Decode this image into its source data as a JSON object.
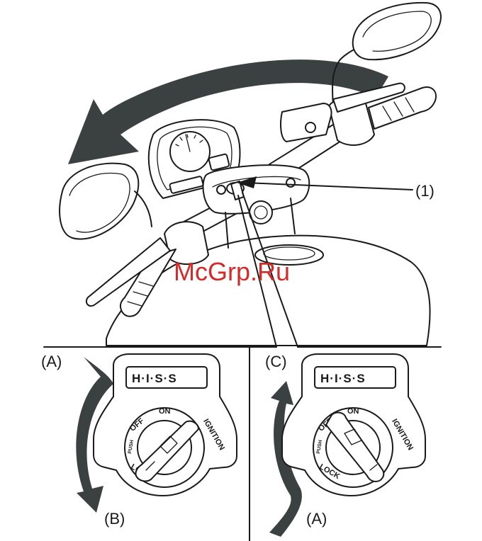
{
  "callout": "(1)",
  "watermark": "McGrp.Ru",
  "left_panel": {
    "label_top": "(A)",
    "label_bottom": "(B)",
    "emblem": "H·I·S·S",
    "positions": {
      "off": "OFF",
      "on": "ON",
      "ignition": "IGNITION",
      "push": "PUSH",
      "lock": "LOCK"
    }
  },
  "right_panel": {
    "label_top": "(C)",
    "label_bottom": "(A)",
    "emblem": "H·I·S·S",
    "positions": {
      "off": "OFF",
      "on": "ON",
      "ignition": "IGNITION",
      "push": "PUSH",
      "lock": "LOCK"
    }
  },
  "colors": {
    "line": "#1a1a1a",
    "arrow_fill": "#3a4140",
    "watermark": "#d42a2a",
    "background": "#ffffff"
  }
}
